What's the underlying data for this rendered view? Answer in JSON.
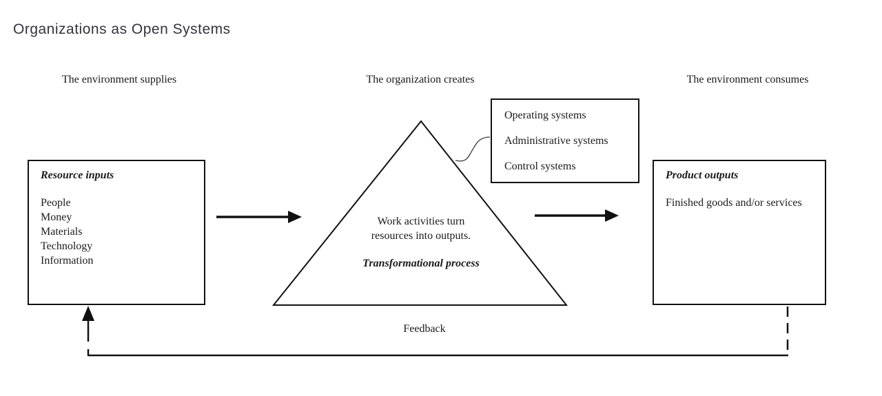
{
  "title": "Organizations as Open Systems",
  "headers": {
    "left": "The environment supplies",
    "center": "The organization creates",
    "right": "The environment consumes"
  },
  "resource_box": {
    "title": "Resource inputs",
    "items": [
      "People",
      "Money",
      "Materials",
      "Technology",
      "Information"
    ]
  },
  "systems_box": {
    "items": [
      "Operating systems",
      "Administrative systems",
      "Control systems"
    ]
  },
  "triangle": {
    "line1": "Work activities turn",
    "line2": "resources into outputs.",
    "caption": "Transformational process"
  },
  "product_box": {
    "title": "Product outputs",
    "body": "Finished goods and/or services"
  },
  "feedback_label": "Feedback",
  "colors": {
    "ink": "#111111",
    "title_ink": "#33333d",
    "background": "#ffffff"
  }
}
